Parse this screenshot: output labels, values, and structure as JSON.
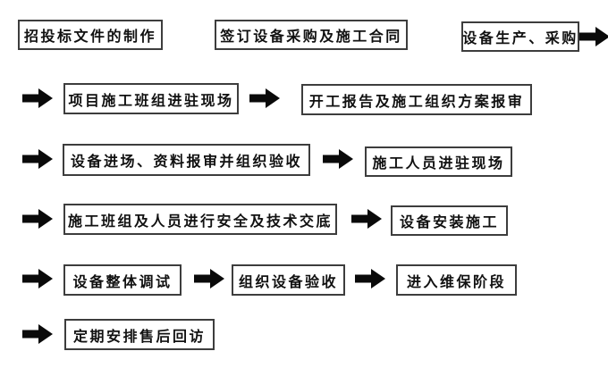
{
  "flow": {
    "row1": {
      "box1": "招投标文件的制作",
      "box2": "签订设备采购及施工合同",
      "box3": "设备生产、采购"
    },
    "row2": {
      "box1": "项目施工班组进驻现场",
      "box2": "开工报告及施工组织方案报审"
    },
    "row3": {
      "box1": "设备进场、资料报审并组织验收",
      "box2": "施工人员进驻现场"
    },
    "row4": {
      "box1": "施工班组及人员进行安全及技术交底",
      "box2": "设备安装施工"
    },
    "row5": {
      "box1": "设备整体调试",
      "box2": "组织设备验收",
      "box3": "进入维保阶段"
    },
    "row6": {
      "box1": "定期安排售后回访"
    }
  },
  "colors": {
    "background": "#ffffff",
    "box_background": "#ffffff",
    "box_border": "#3d3d3d",
    "text": "#111111",
    "arrow": "#0a0a0a"
  }
}
